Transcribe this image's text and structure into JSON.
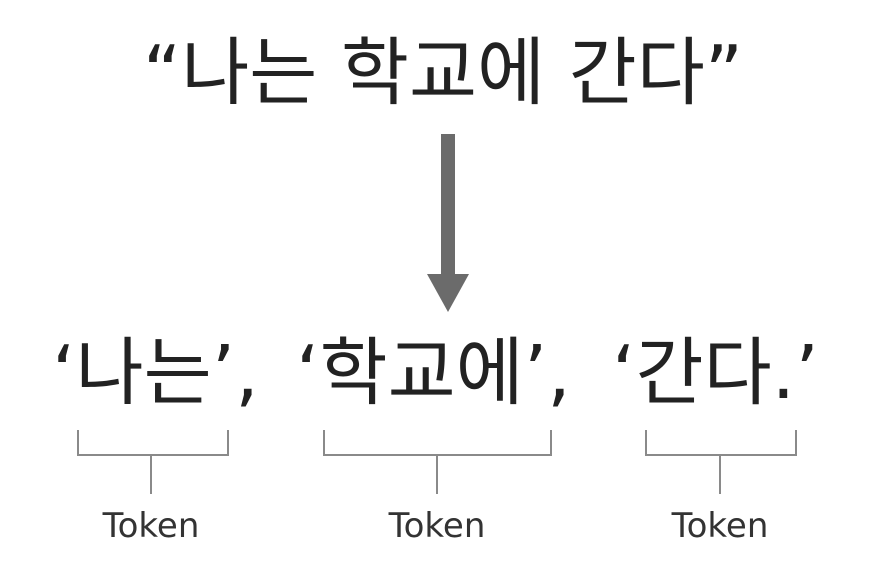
{
  "sentence": "“나는 학교에 간다”",
  "tokens": [
    {
      "text": "‘나는’",
      "sep": ","
    },
    {
      "text": "‘학교에’",
      "sep": ","
    },
    {
      "text": "‘간다.’",
      "sep": ""
    }
  ],
  "token_label": "Token",
  "colors": {
    "text": "#222222",
    "arrow": "#6b6b6b",
    "bracket": "#8a8a8a"
  }
}
